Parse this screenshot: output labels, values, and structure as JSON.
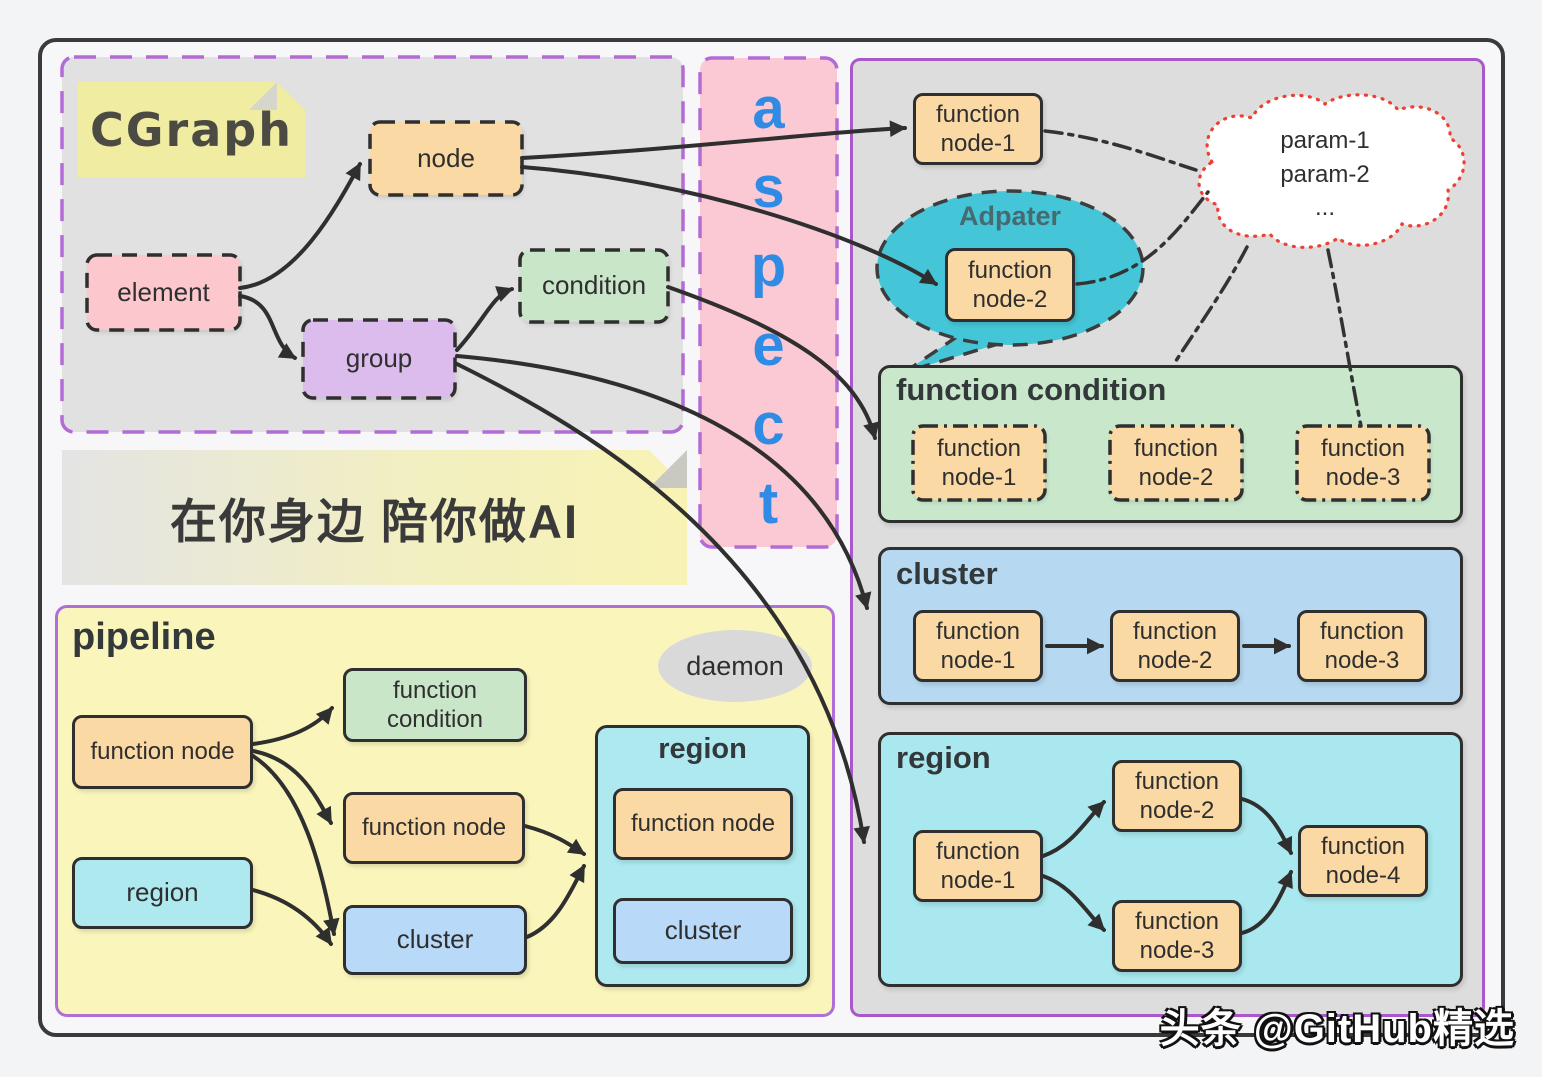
{
  "colors": {
    "accent_purple": "#a958cc",
    "aspect_pink": "#fbc9d4",
    "aspect_letter_blue": "#2f8be4",
    "node_orange": "#fbd9a4",
    "element_pink": "#fcc8ce",
    "group_purple": "#dcbcec",
    "condition_green": "#c9e6c9",
    "adapter_teal": "#45c6d8",
    "cluster_blue": "#b6d9f1",
    "region_cyan": "#a9e8ee",
    "pipeline_yellow": "#faf6bb",
    "sticky_yellow": "#f0eca2",
    "cloud_border_red": "#ee3f33"
  },
  "cgraph": {
    "sticky": "CGraph",
    "element": "element",
    "node": "node",
    "group": "group",
    "condition": "condition"
  },
  "banner": "在你身边 陪你做AI",
  "aspect": {
    "letters": [
      "a",
      "s",
      "p",
      "e",
      "c",
      "t"
    ]
  },
  "right": {
    "fn1": "function node-1",
    "adapter": "Adpater",
    "fn2": "function node-2",
    "cloud": [
      "param-1",
      "param-2",
      "..."
    ],
    "fc": {
      "title": "function condition",
      "nodes": [
        "function node-1",
        "function node-2",
        "function node-3"
      ]
    },
    "cluster": {
      "title": "cluster",
      "nodes": [
        "function node-1",
        "function node-2",
        "function node-3"
      ]
    },
    "region": {
      "title": "region",
      "nodes": [
        "function node-1",
        "function node-2",
        "function node-3",
        "function node-4"
      ]
    }
  },
  "pipeline": {
    "title": "pipeline",
    "fn": "function node",
    "region": "region",
    "fc": "function condition",
    "fn2": "function node",
    "cluster": "cluster",
    "daemon": "daemon",
    "regionBox": {
      "title": "region",
      "fn": "function node",
      "cluster": "cluster"
    }
  },
  "watermark": "头条 @GitHub精选"
}
